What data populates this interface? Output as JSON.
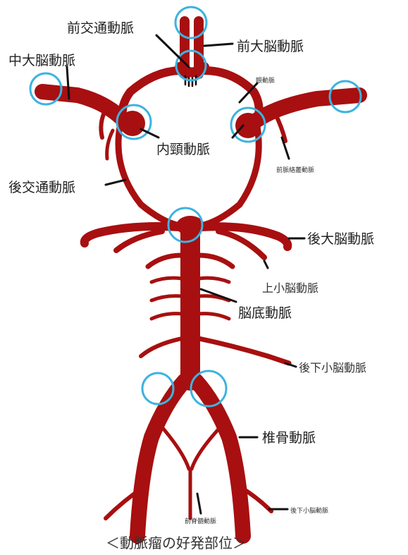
{
  "colors": {
    "artery": "#a80f10",
    "artery_dark": "#7a0608",
    "outline": "#1a0000",
    "aneurysm_ring": "#3db3e0",
    "leader": "#111111",
    "text": "#222222"
  },
  "labels": {
    "acom": "前交通動脈",
    "aca": "前大脳動脈",
    "mca": "中大脳動脈",
    "ophthalmic": "眼動脈",
    "ica": "内頸動脈",
    "acha": "前脈絡叢動脈",
    "pcom": "後交通動脈",
    "pca": "後大脳動脈",
    "sca": "上小脳動脈",
    "basilar": "脳底動脈",
    "pica": "後下小脳動脈",
    "vertebral": "椎骨動脈",
    "asa": "前脊髄動脈",
    "aica": "後下小脳動脈"
  },
  "caption": "＜動脈瘤の好発部位＞",
  "aneurysm_sites": [
    "anterior-communicating-top",
    "anterior-communicating-junction",
    "middle-cerebral-left",
    "middle-cerebral-right",
    "internal-carotid-left",
    "internal-carotid-right",
    "basilar-tip",
    "vertebral-basilar-left",
    "vertebral-basilar-right"
  ]
}
